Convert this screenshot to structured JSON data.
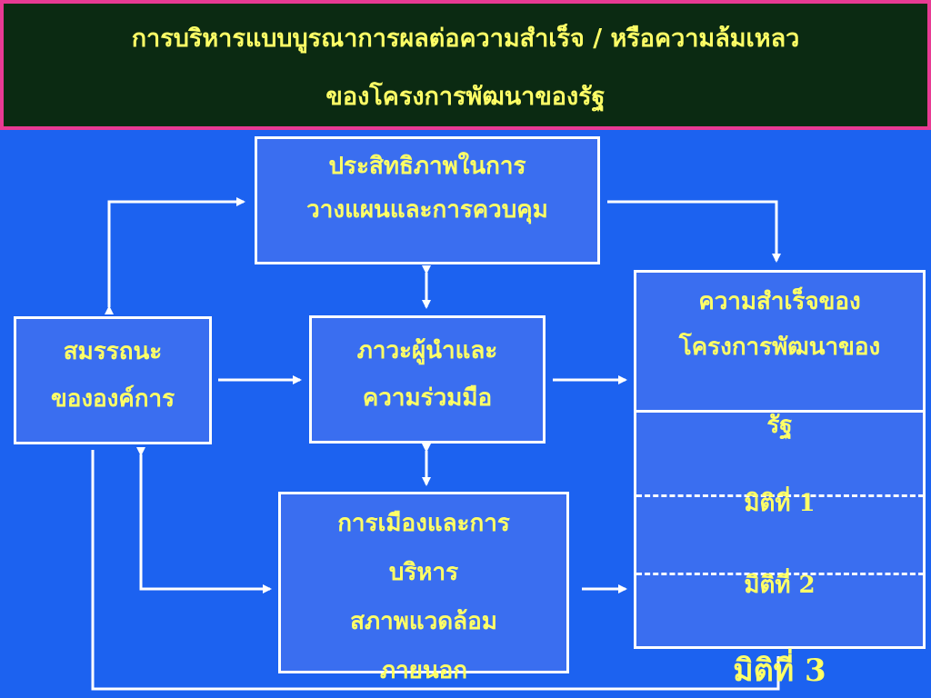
{
  "header": {
    "line1": "การบริหารแบบบูรณาการผลต่อความสำเร็จ / หรือความล้มเหลว",
    "line2": "ของโครงการพัฒนาของรัฐ"
  },
  "boxes": {
    "planning": {
      "line1": "ประสิทธิภาพในการ",
      "line2": "วางแผนและการควบคุม"
    },
    "competency": {
      "line1": "สมรรถนะ",
      "line2": "ขององค์การ"
    },
    "leadership": {
      "line1": "ภาวะผู้นำและ",
      "line2": "ความร่วมมือ"
    },
    "politics": {
      "line1": "การเมืองและการ",
      "line2": "บริหาร",
      "line3": "สภาพแวดล้อม",
      "line4": "ภายนอก"
    },
    "success": {
      "line1": "ความสำเร็จของ",
      "line2": "โครงการพัฒนาของ",
      "line3": "รัฐ"
    }
  },
  "dimensions": {
    "d1": "มิติที่ 1",
    "d2": "มิติที่ 2",
    "d3": "มิติที่ 3"
  },
  "colors": {
    "background": "#1c62f0",
    "header_bg": "#0b2a12",
    "header_border": "#e83a93",
    "text": "#ffff66",
    "box_fill": "#3a6ef0",
    "line": "#ffffff"
  }
}
